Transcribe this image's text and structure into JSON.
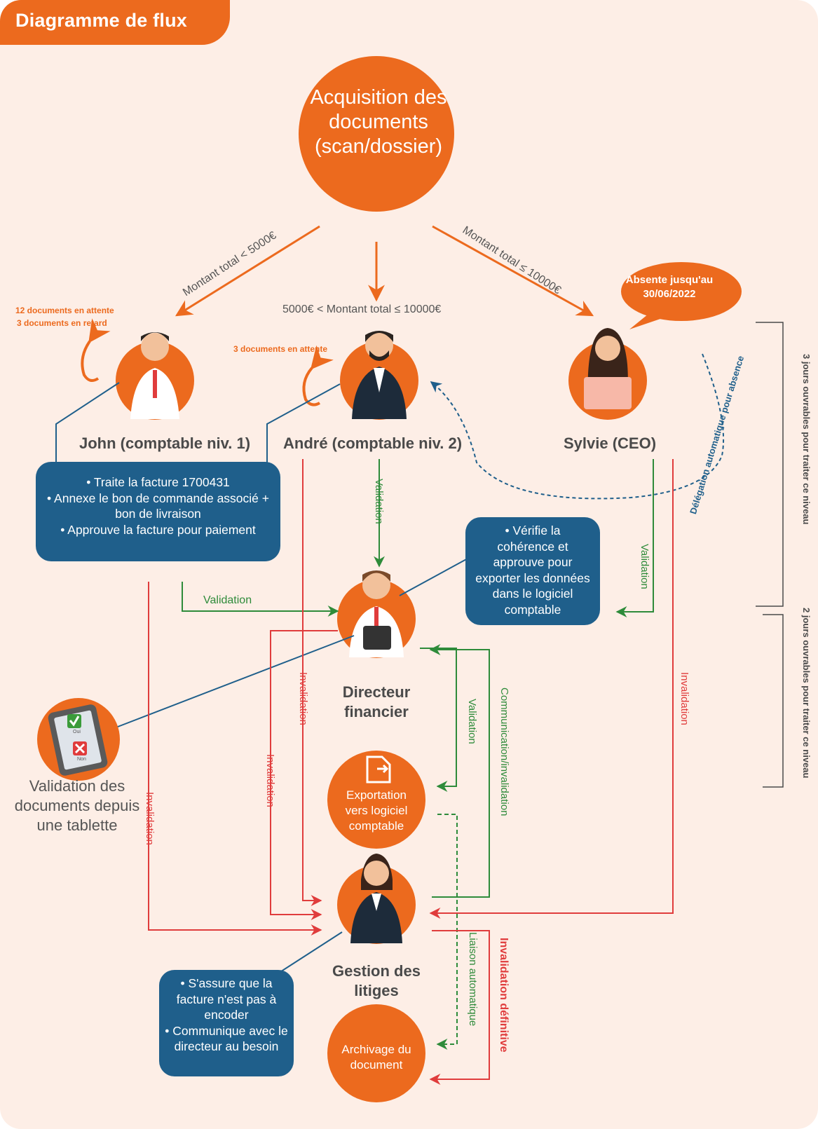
{
  "title": "Diagramme de flux",
  "acquisition": {
    "text": "Acquisition des documents (scan/dossier)"
  },
  "conditions": {
    "left": "Montant total < 5000€",
    "middle": "5000€ < Montant total ≤ 10000€",
    "right": "Montant total ≤ 10000€"
  },
  "john": {
    "name": "John (comptable niv. 1)",
    "pending_line1": "12 documents en attente",
    "pending_line2": "3 documents en retard",
    "tasks": [
      "Traite la facture 1700431",
      "Annexe le bon de commande associé + bon de livraison",
      "Approuve la facture pour paiement"
    ]
  },
  "andre": {
    "name": "André (comptable niv. 2)",
    "pending": "3 documents en attente"
  },
  "sylvie": {
    "name": "Sylvie (CEO)",
    "absence": "Absente jusqu'au 30/06/2022"
  },
  "delegation": "Délégation automatique pour absence",
  "directeur": {
    "name_line1": "Directeur",
    "name_line2": "financier",
    "tasks": [
      "Vérifie la cohérence et approuve pour exporter les données dans le logiciel comptable"
    ]
  },
  "export": {
    "text": "Exportation vers logiciel comptable"
  },
  "litiges": {
    "name_line1": "Gestion des",
    "name_line2": "litiges",
    "tasks": [
      "S'assure que la facture n'est pas à encoder",
      "Communique avec le directeur au besoin"
    ]
  },
  "archive": {
    "text": "Archivage du document"
  },
  "tablet": {
    "text": "Validation des documents depuis une tablette",
    "yes_label": "Oui",
    "no_label": "Non"
  },
  "edge_labels": {
    "validation": "Validation",
    "invalidation": "Invalidation",
    "communication": "Communication/invalidation",
    "liaison": "Liaison automatique",
    "definitive": "Invalidation définitive"
  },
  "side_labels": {
    "top": "3 jours ouvrables pour traiter ce niveau",
    "bottom": "2 jours ouvrables pour traiter ce niveau"
  },
  "colors": {
    "orange": "#ec6a1e",
    "blue": "#1f5f8b",
    "green": "#2e8b3a",
    "red": "#e03c3c",
    "background": "#fdeee6"
  }
}
